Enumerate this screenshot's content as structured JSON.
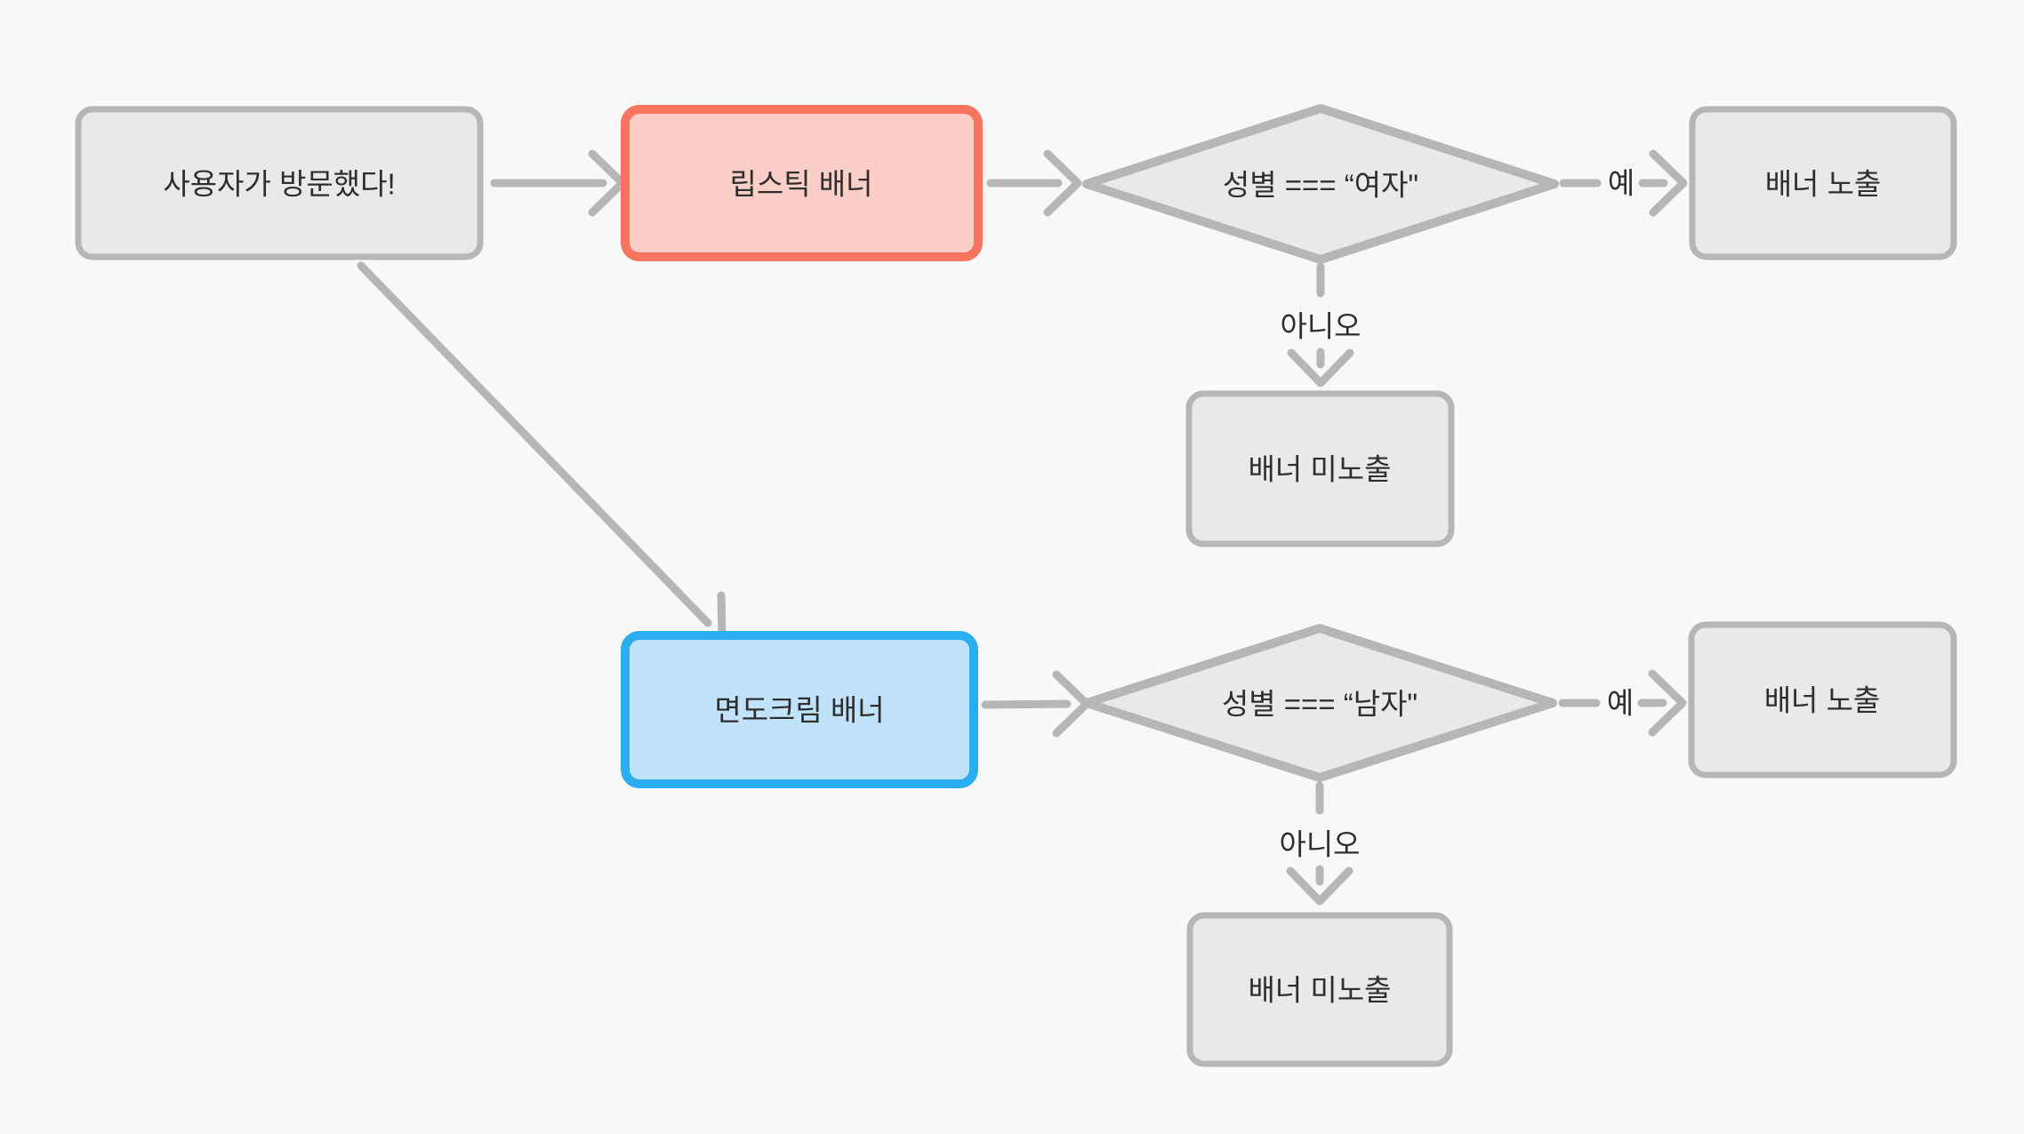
{
  "canvas": {
    "background": "#f8f8f8",
    "edge_color": "#b6b6b6",
    "text_color": "#2e2e2e"
  },
  "nodes": {
    "user_visited": {
      "label": "사용자가 방문했다!",
      "fill": "#e9e9e9",
      "stroke": "#b6b6b6"
    },
    "lipstick_banner": {
      "label": "립스틱 배너",
      "fill": "#fbcfc8",
      "stroke": "#f7745f"
    },
    "female_check": {
      "label": "성별 === “여자\"",
      "fill": "#e9e9e9",
      "stroke": "#b6b6b6"
    },
    "banner_show_1": {
      "label": "배너 노출",
      "fill": "#e9e9e9",
      "stroke": "#b6b6b6"
    },
    "banner_hide_1": {
      "label": "배너 미노출",
      "fill": "#e9e9e9",
      "stroke": "#b6b6b6"
    },
    "shaving_banner": {
      "label": "면도크림 배너",
      "fill": "#c0e3fb",
      "stroke": "#2badf2"
    },
    "male_check": {
      "label": "성별 === “남자\"",
      "fill": "#e9e9e9",
      "stroke": "#b6b6b6"
    },
    "banner_show_2": {
      "label": "배너 노출",
      "fill": "#e9e9e9",
      "stroke": "#b6b6b6"
    },
    "banner_hide_2": {
      "label": "배너 미노출",
      "fill": "#e9e9e9",
      "stroke": "#b6b6b6"
    }
  },
  "edge_labels": {
    "yes_1": "예",
    "no_1": "아니오",
    "yes_2": "예",
    "no_2": "아니오"
  }
}
